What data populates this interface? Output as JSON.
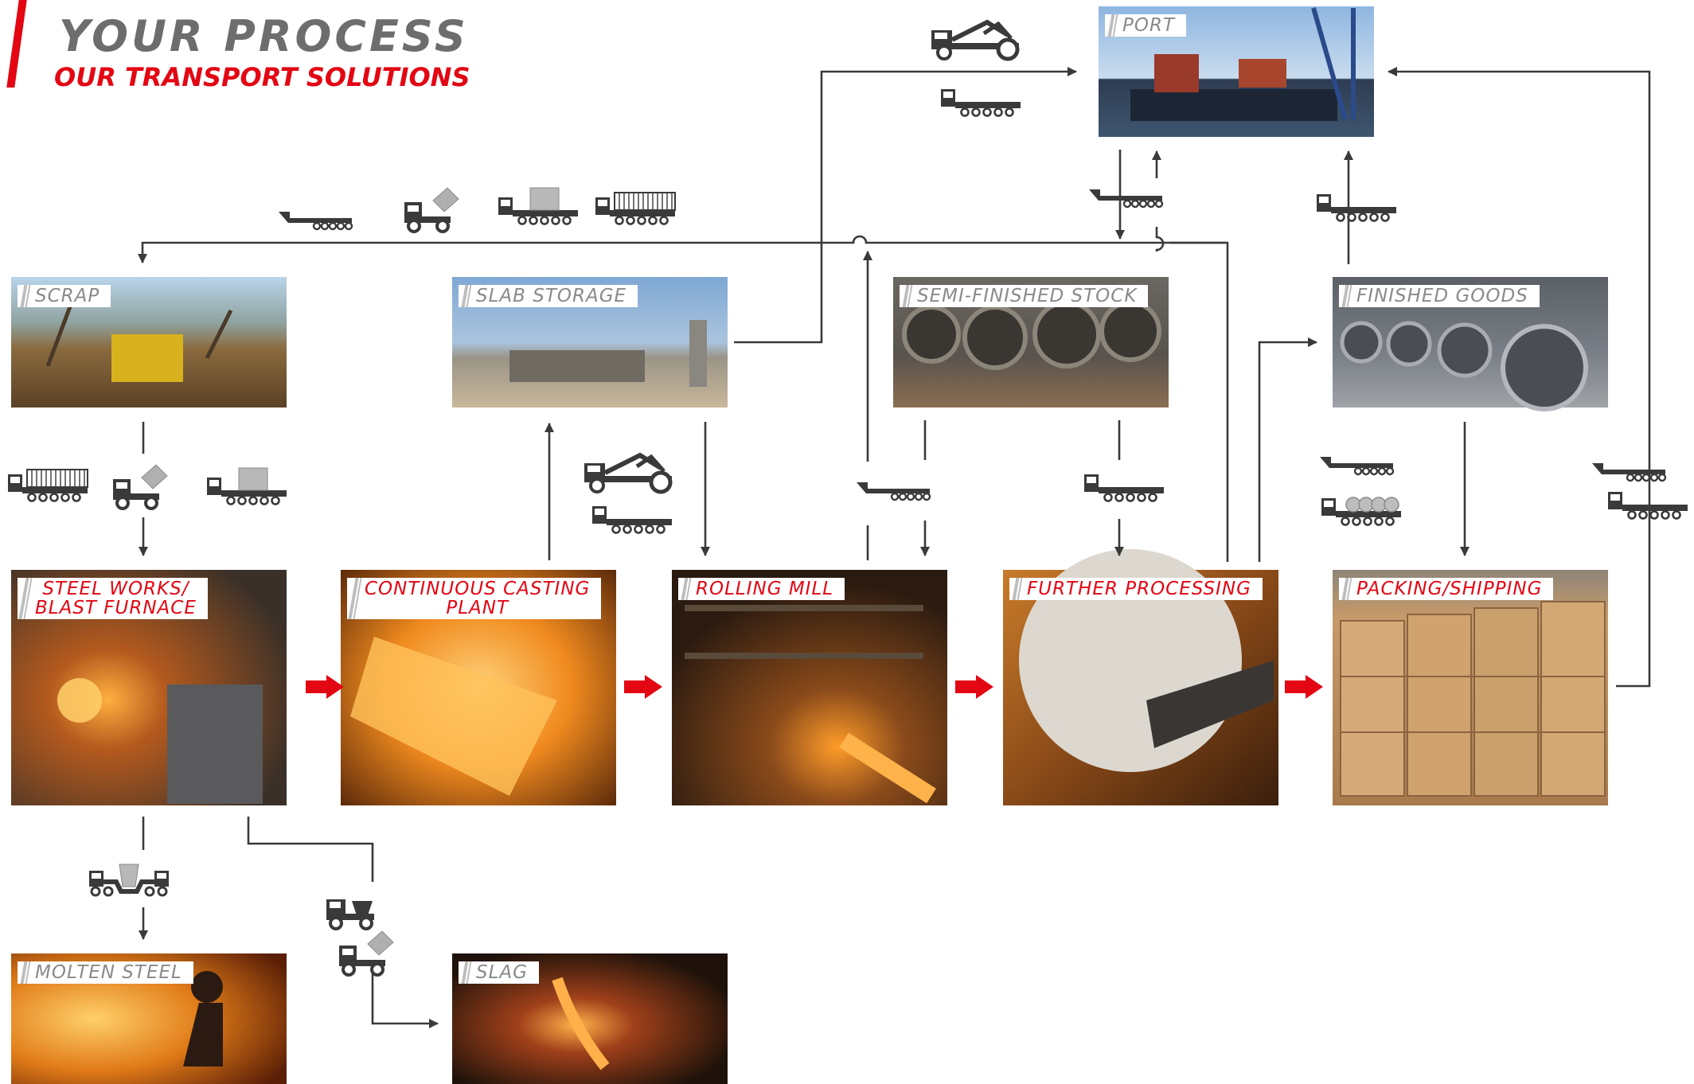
{
  "header": {
    "title": "YOUR PROCESS",
    "subtitle": "OUR TRANSPORT SOLUTIONS"
  },
  "colors": {
    "accent_red": "#e30613",
    "line": "#3a3a3a",
    "title_gray": "#6d6d6d",
    "label_gray": "#8a8a8a"
  },
  "nodes": {
    "port": "PORT",
    "scrap": "SCRAP",
    "slab_storage": "SLAB STORAGE",
    "semi_finished_stock": "SEMI-FINISHED STOCK",
    "finished_goods": "FINISHED GOODS",
    "steel_works_line1": "STEEL WORKS/",
    "steel_works_line2": "BLAST FURNACE",
    "continuous_casting_line1": "CONTINUOUS CASTING",
    "continuous_casting_line2": "PLANT",
    "rolling_mill": "ROLLING MILL",
    "further_processing": "FURTHER PROCESSING",
    "packing_shipping": "PACKING/SHIPPING",
    "molten_steel": "MOLTEN STEEL",
    "slag": "SLAG"
  },
  "icons": [
    "flatbed-trailer-icon",
    "dump-truck-icon",
    "module-transporter-icon",
    "scrap-container-trailer-icon",
    "slab-handler-icon",
    "ladle-transporter-icon",
    "slag-pot-carrier-icon",
    "coil-trailer-icon"
  ]
}
